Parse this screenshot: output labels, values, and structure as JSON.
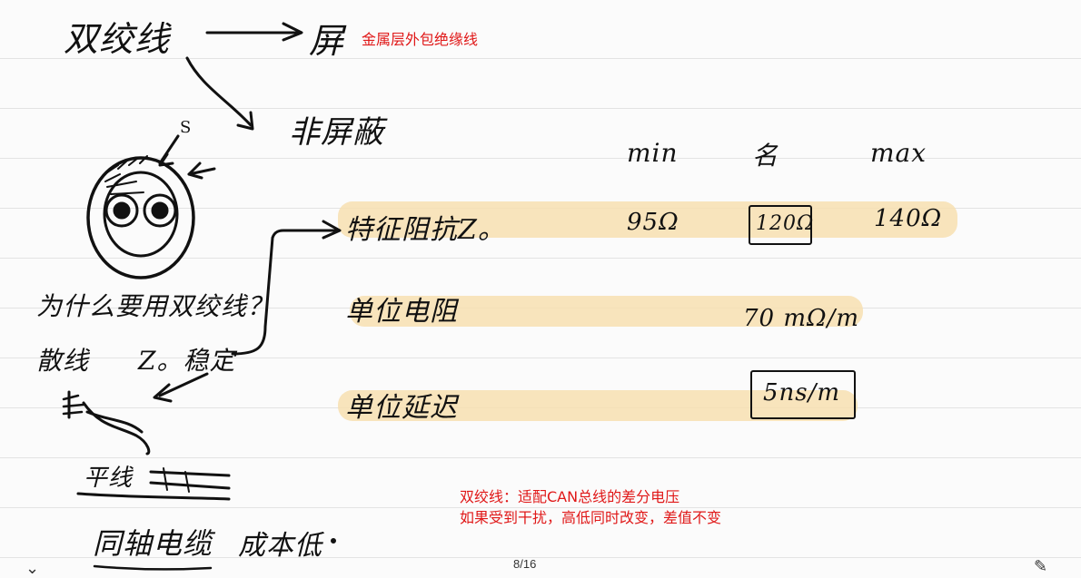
{
  "notes": {
    "title": "双绞线",
    "shield": "屏",
    "shield_note": "金属层外包绝缘线",
    "unshielded": "非屏蔽",
    "s_label": "S",
    "question": "为什么要用双绞线？",
    "answer_left": "散线",
    "answer_right": "Z。稳定",
    "flat": "平线",
    "coax": "同轴电缆",
    "coax_cost": "成本低",
    "table_headers": [
      "min",
      "名",
      "max"
    ],
    "row_impedance": {
      "label": "特征阻抗Z。",
      "min": "95Ω",
      "nom": "120Ω",
      "max": "140Ω"
    },
    "row_resistance": {
      "label": "单位电阻",
      "value": "70 mΩ/m"
    },
    "row_delay": {
      "label": "单位延迟",
      "value": "5ns/m"
    },
    "can_note_line1": "双绞线：适配CAN总线的差分电压",
    "can_note_line2": "如果受到干扰，高低同时改变，差值不变"
  },
  "pager": {
    "text": "8/16"
  },
  "icons": {
    "left_corner": "chevron-down-icon",
    "right_corner": "pen-icon"
  }
}
